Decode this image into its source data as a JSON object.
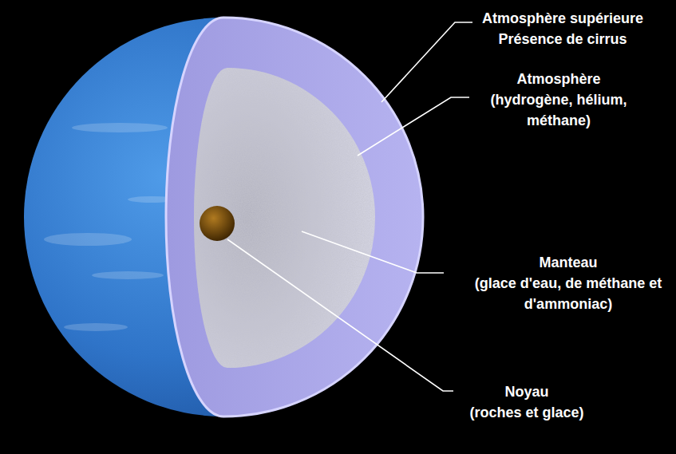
{
  "diagram": {
    "labels": [
      "Atmosphère supérieure",
      "Présence de cirrus",
      "Atmosphère",
      "(hydrogène, hélium, méthane)",
      "Manteau",
      "(glace d'eau, de méthane et d'ammoniac)",
      "Noyau",
      "(roches et glace)"
    ]
  }
}
